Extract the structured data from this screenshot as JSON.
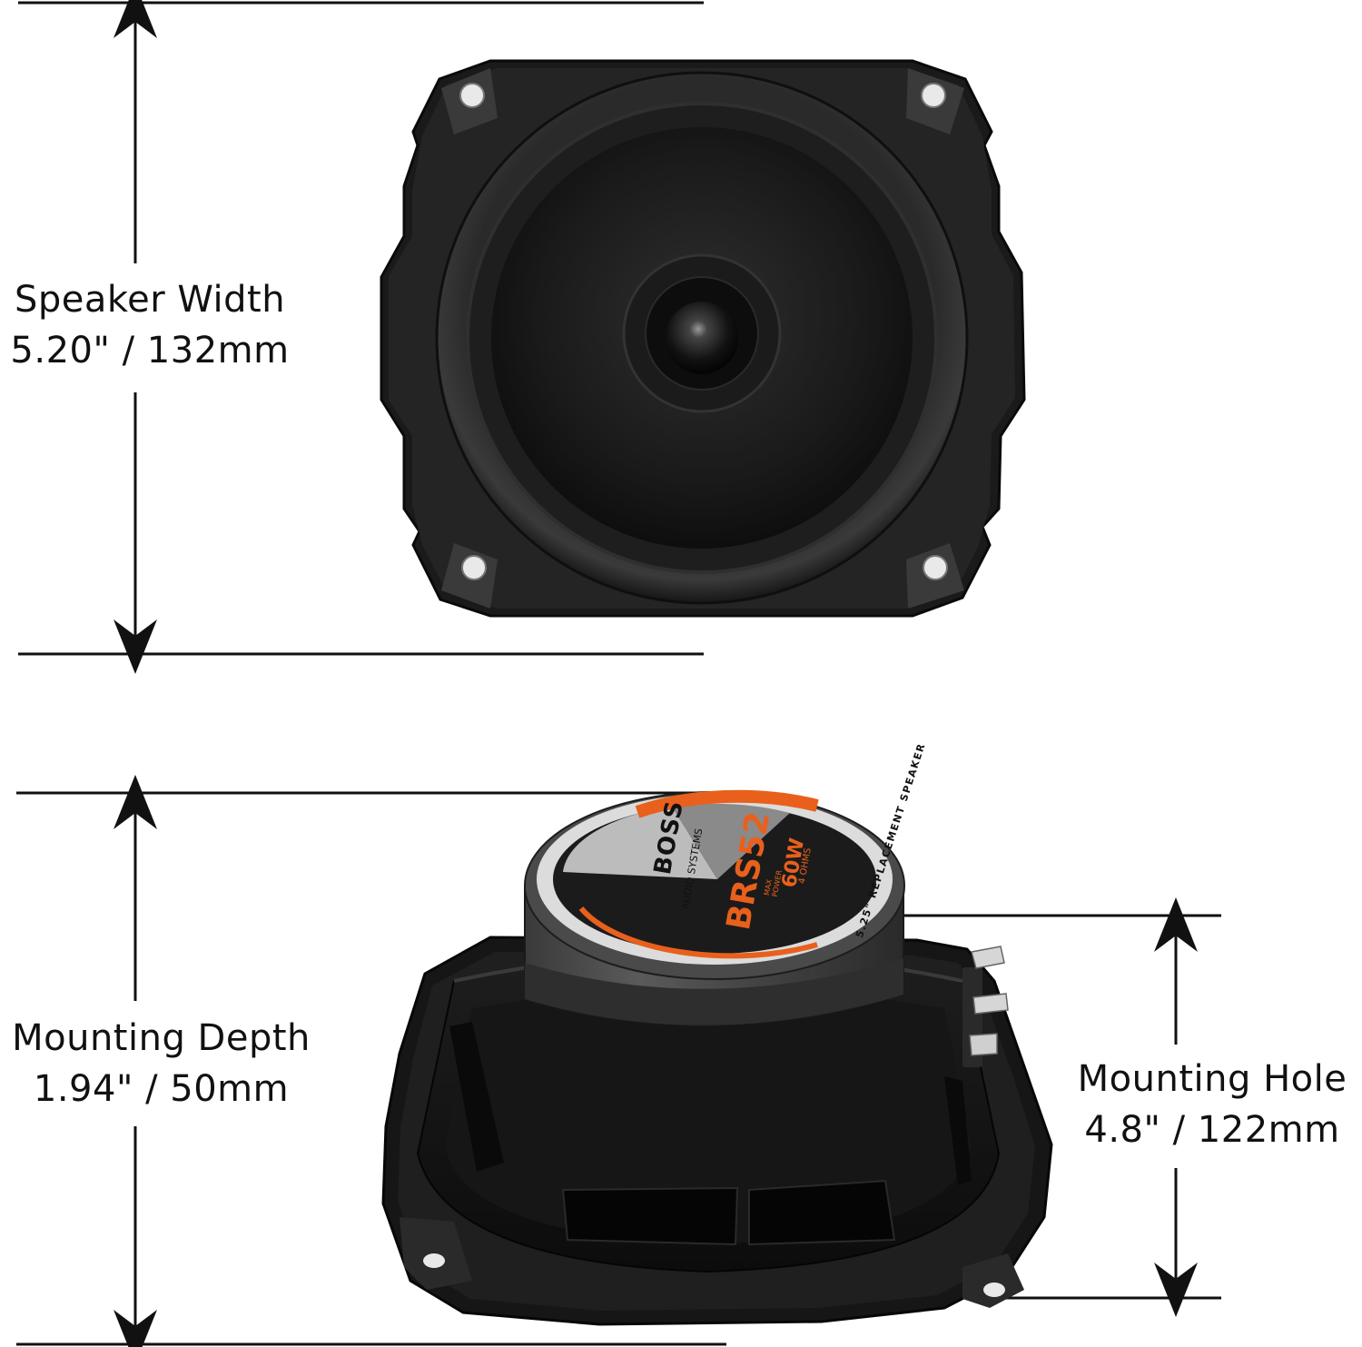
{
  "dimensions": {
    "speaker_width": {
      "title": "Speaker Width",
      "value": "5.20\" / 132mm"
    },
    "mounting_depth": {
      "title": "Mounting Depth",
      "value": "1.94\" / 50mm"
    },
    "mounting_hole": {
      "title": "Mounting Hole",
      "value": "4.8\" / 122mm"
    }
  },
  "product_label": {
    "brand": "BOSS",
    "brand_sub": "AUDIO SYSTEMS",
    "model": "BRS52",
    "power": "60W",
    "power_caption": "MAX POWER",
    "impedance": "4 OHMS",
    "arc_text": "5.25\" REPLACEMENT SPEAKER"
  },
  "colors": {
    "accent": "#e8601c",
    "speaker_body": "#141414",
    "line": "#111111"
  }
}
